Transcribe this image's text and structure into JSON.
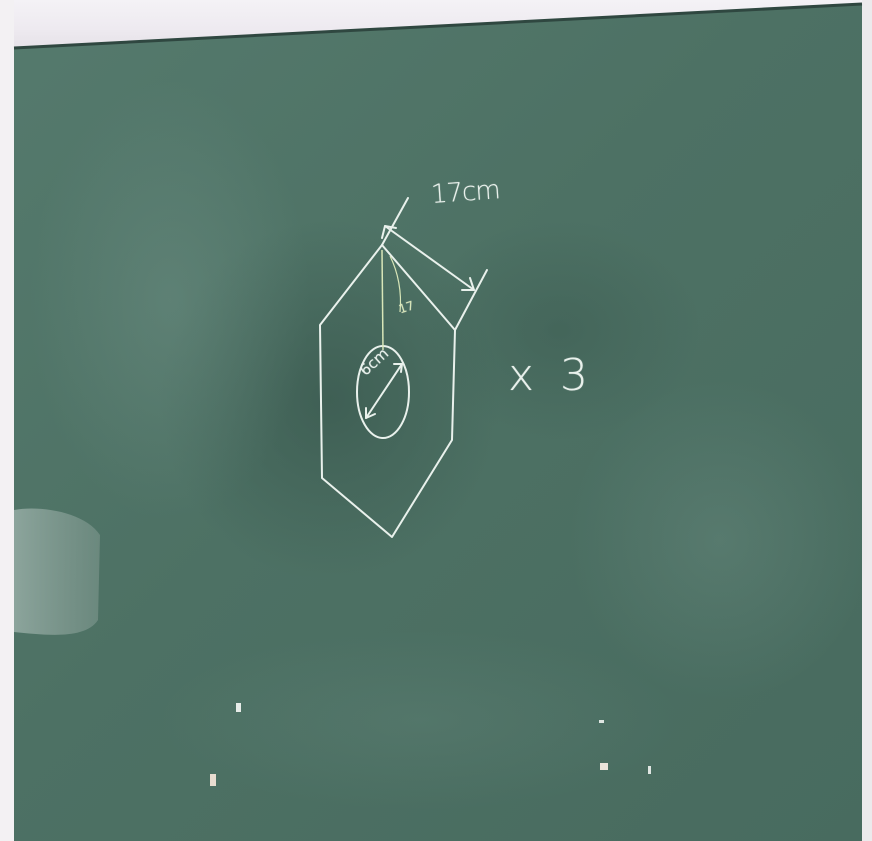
{
  "photo": {
    "subject": "chalkboard",
    "colors": {
      "board": "#4f7467",
      "board_dark": "#3f5f55",
      "chalk": "#e9f1ec",
      "chalk_yellow": "#d8e6b8",
      "wall": "#f3f1f3"
    }
  },
  "chalkboard": {
    "side_label": "17cm",
    "multiplier_label": "x 3",
    "hole_label": "6cm",
    "small_label": "17"
  }
}
